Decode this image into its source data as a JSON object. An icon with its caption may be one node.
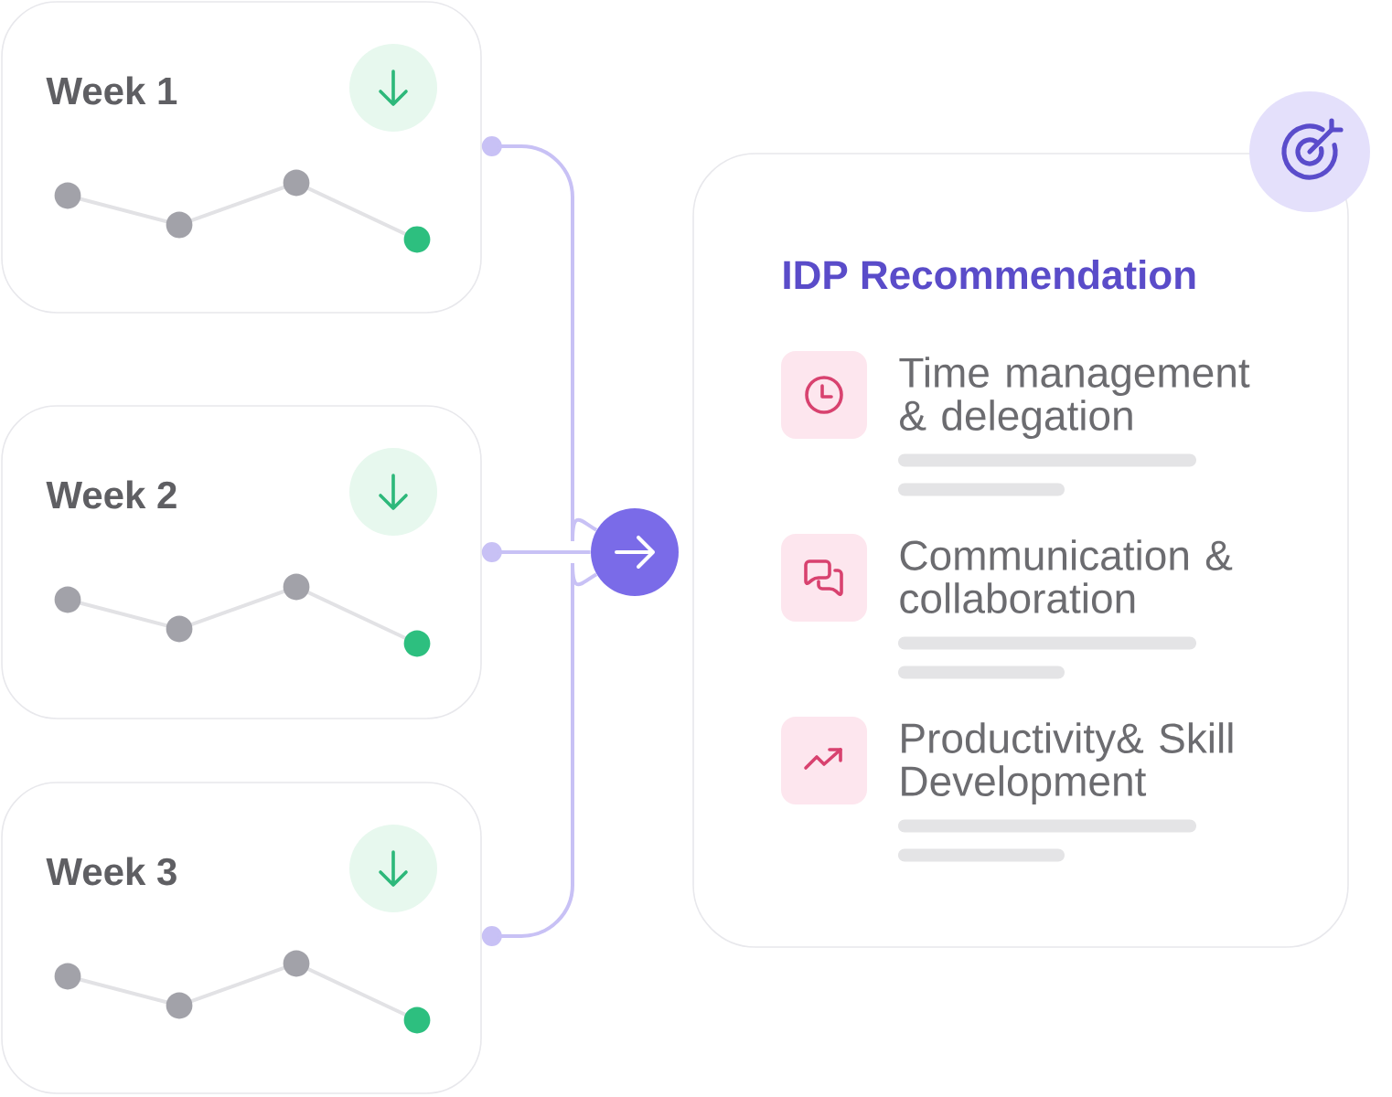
{
  "diagram": {
    "nodes": [
      {
        "text": [
          "Week 1"
        ]
      },
      {
        "text": [
          "Week 2"
        ]
      },
      {
        "text": [
          "Week 3"
        ]
      },
      {
        "text": [],
        "shape": "circle"
      },
      {
        "text": [
          "IDP Recommendation",
          "Time management & delegation",
          "Communication & collaboration",
          "Productivity& Skill Development"
        ]
      }
    ],
    "edges": [
      {
        "from": 0,
        "to": 3,
        "arrow": "other"
      },
      {
        "from": 1,
        "to": 3,
        "arrow": "other"
      },
      {
        "from": 2,
        "to": 3,
        "arrow": "other"
      }
    ]
  }
}
